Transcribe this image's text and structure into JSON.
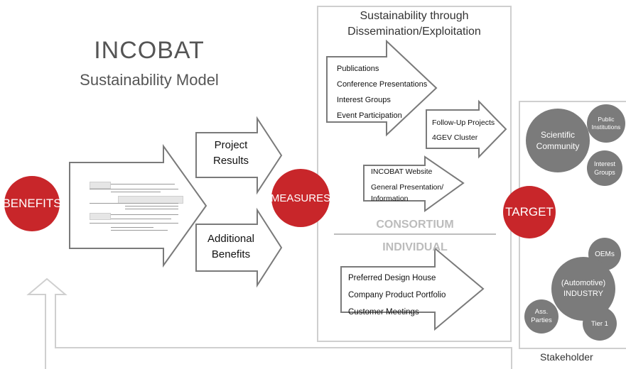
{
  "title": "INCOBAT",
  "subtitle": "Sustainability Model",
  "nodes": {
    "benefits": "BENEFITS",
    "measures": "MEASURES",
    "target": "TARGET"
  },
  "arrows": {
    "project_results": [
      "Project",
      "Results"
    ],
    "additional_benefits": [
      "Additional",
      "Benefits"
    ]
  },
  "dissemination": {
    "header": [
      "Sustainability through",
      "Dissemination/Exploitation"
    ],
    "items": [
      "Publications",
      "Conference Presentations",
      "Interest Groups",
      "Event Participation"
    ],
    "followup": [
      "Follow-Up Projects",
      "4GEV Cluster"
    ],
    "website": [
      "INCOBAT Website",
      "General Presentation/",
      "Information"
    ],
    "consortium": "CONSORTIUM",
    "individual": "INDIVIDUAL",
    "individual_items": [
      "Preferred Design House",
      "Company Product Portfolio",
      "Customer Meetings"
    ]
  },
  "stakeholders": {
    "scientific": [
      "Scientific",
      "Community"
    ],
    "public": [
      "Public",
      "Institutions"
    ],
    "interest": [
      "Interest",
      "Groups"
    ],
    "oems": "OEMs",
    "industry": [
      "(Automotive)",
      "INDUSTRY"
    ],
    "ass": [
      "Ass.",
      "Parties"
    ],
    "tier": "Tier 1",
    "label": "Stakeholder"
  }
}
